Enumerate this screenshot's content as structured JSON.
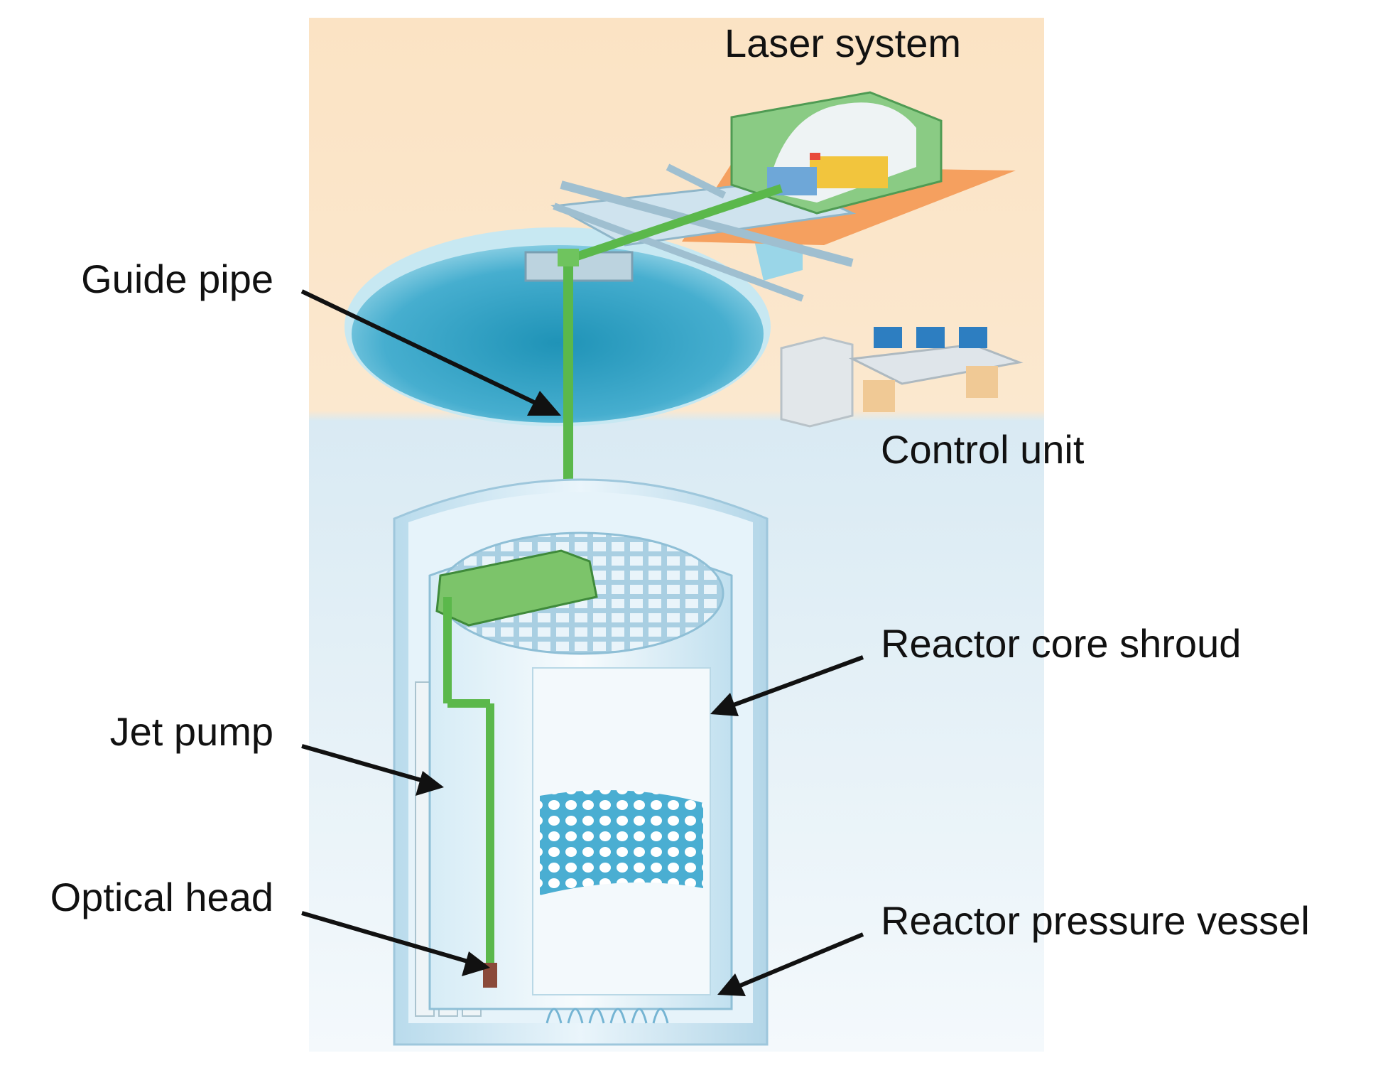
{
  "labels": {
    "laser_system": "Laser system",
    "guide_pipe": "Guide pipe",
    "control_unit": "Control unit",
    "reactor_core_shroud": "Reactor core shroud",
    "jet_pump": "Jet pump",
    "optical_head": "Optical head",
    "reactor_pressure_vessel": "Reactor pressure vessel"
  },
  "colors": {
    "upper_background": "#fbe6c9",
    "lower_background": "#dcecf4",
    "pool_water": "#4fb3cf",
    "vessel": "#cde6f2",
    "guide_pipe": "#57b548",
    "laser_enclosure": "#7cc47a",
    "platform": "#f59a52",
    "arrow": "#111111"
  }
}
